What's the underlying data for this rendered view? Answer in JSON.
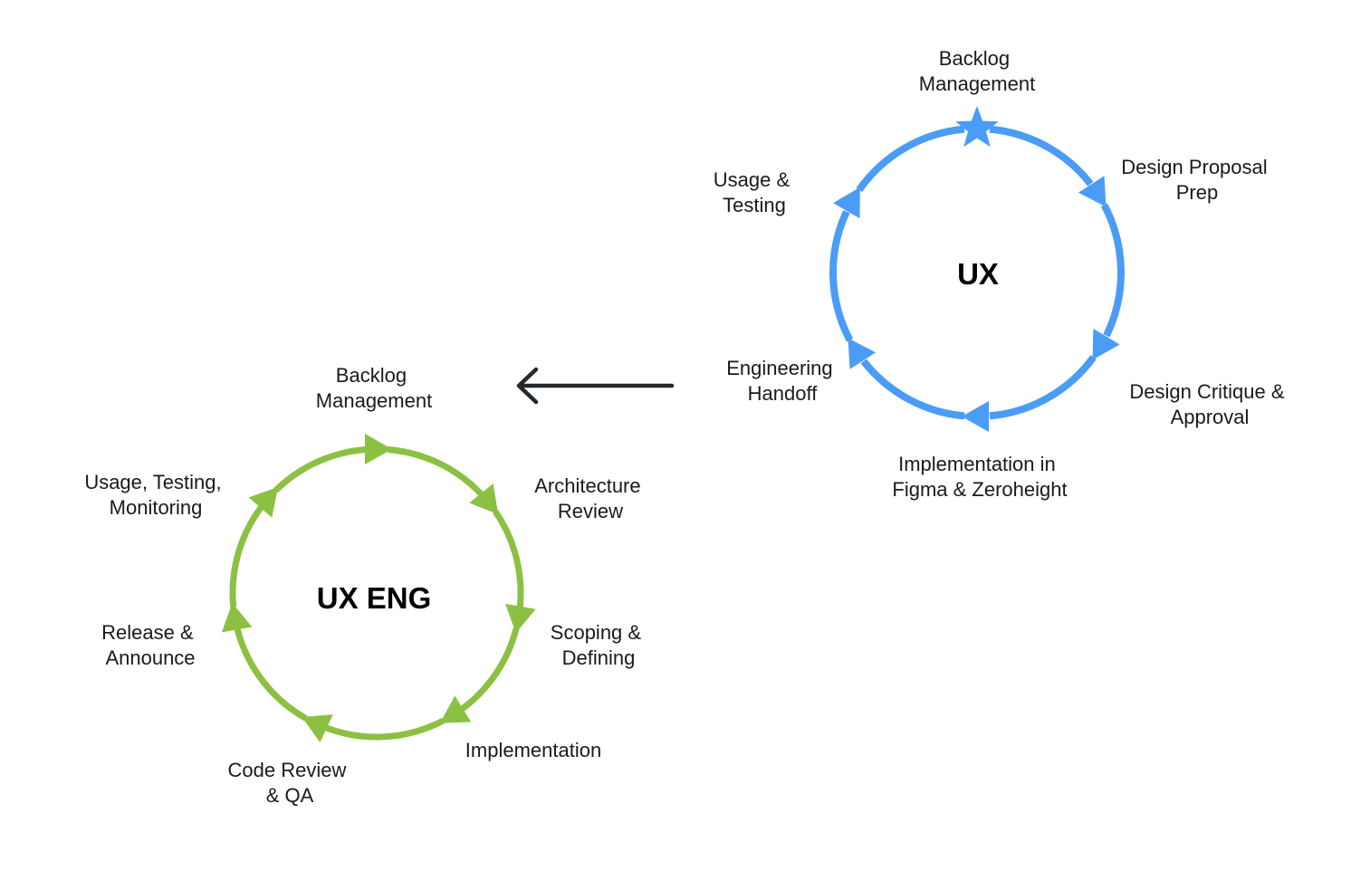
{
  "colors": {
    "ux": "#4a9cf7",
    "ux_eng": "#8cc043",
    "flow_arrow": "#23282d",
    "text": "#1a1a1a"
  },
  "ux_cycle": {
    "title": "UX",
    "start_marker_icon": "star-icon",
    "steps": [
      {
        "lines": [
          "Backlog",
          "Management"
        ]
      },
      {
        "lines": [
          "Design Proposal",
          "Prep"
        ]
      },
      {
        "lines": [
          "Design Critique &",
          "Approval"
        ]
      },
      {
        "lines": [
          "Implementation in",
          "Figma & Zeroheight"
        ]
      },
      {
        "lines": [
          "Engineering",
          "Handoff"
        ]
      },
      {
        "lines": [
          "Usage &",
          "Testing"
        ]
      }
    ]
  },
  "flow_arrow": {
    "icon": "arrow-left-icon",
    "direction": "UX cycle to UX ENG cycle"
  },
  "ux_eng_cycle": {
    "title": "UX ENG",
    "steps": [
      {
        "lines": [
          "Backlog",
          "Management"
        ]
      },
      {
        "lines": [
          "Architecture",
          "Review"
        ]
      },
      {
        "lines": [
          "Scoping &",
          "Defining"
        ]
      },
      {
        "lines": [
          "Implementation"
        ]
      },
      {
        "lines": [
          "Code Review",
          "& QA"
        ]
      },
      {
        "lines": [
          "Release &",
          "Announce"
        ]
      },
      {
        "lines": [
          "Usage, Testing,",
          "Monitoring"
        ]
      }
    ]
  }
}
